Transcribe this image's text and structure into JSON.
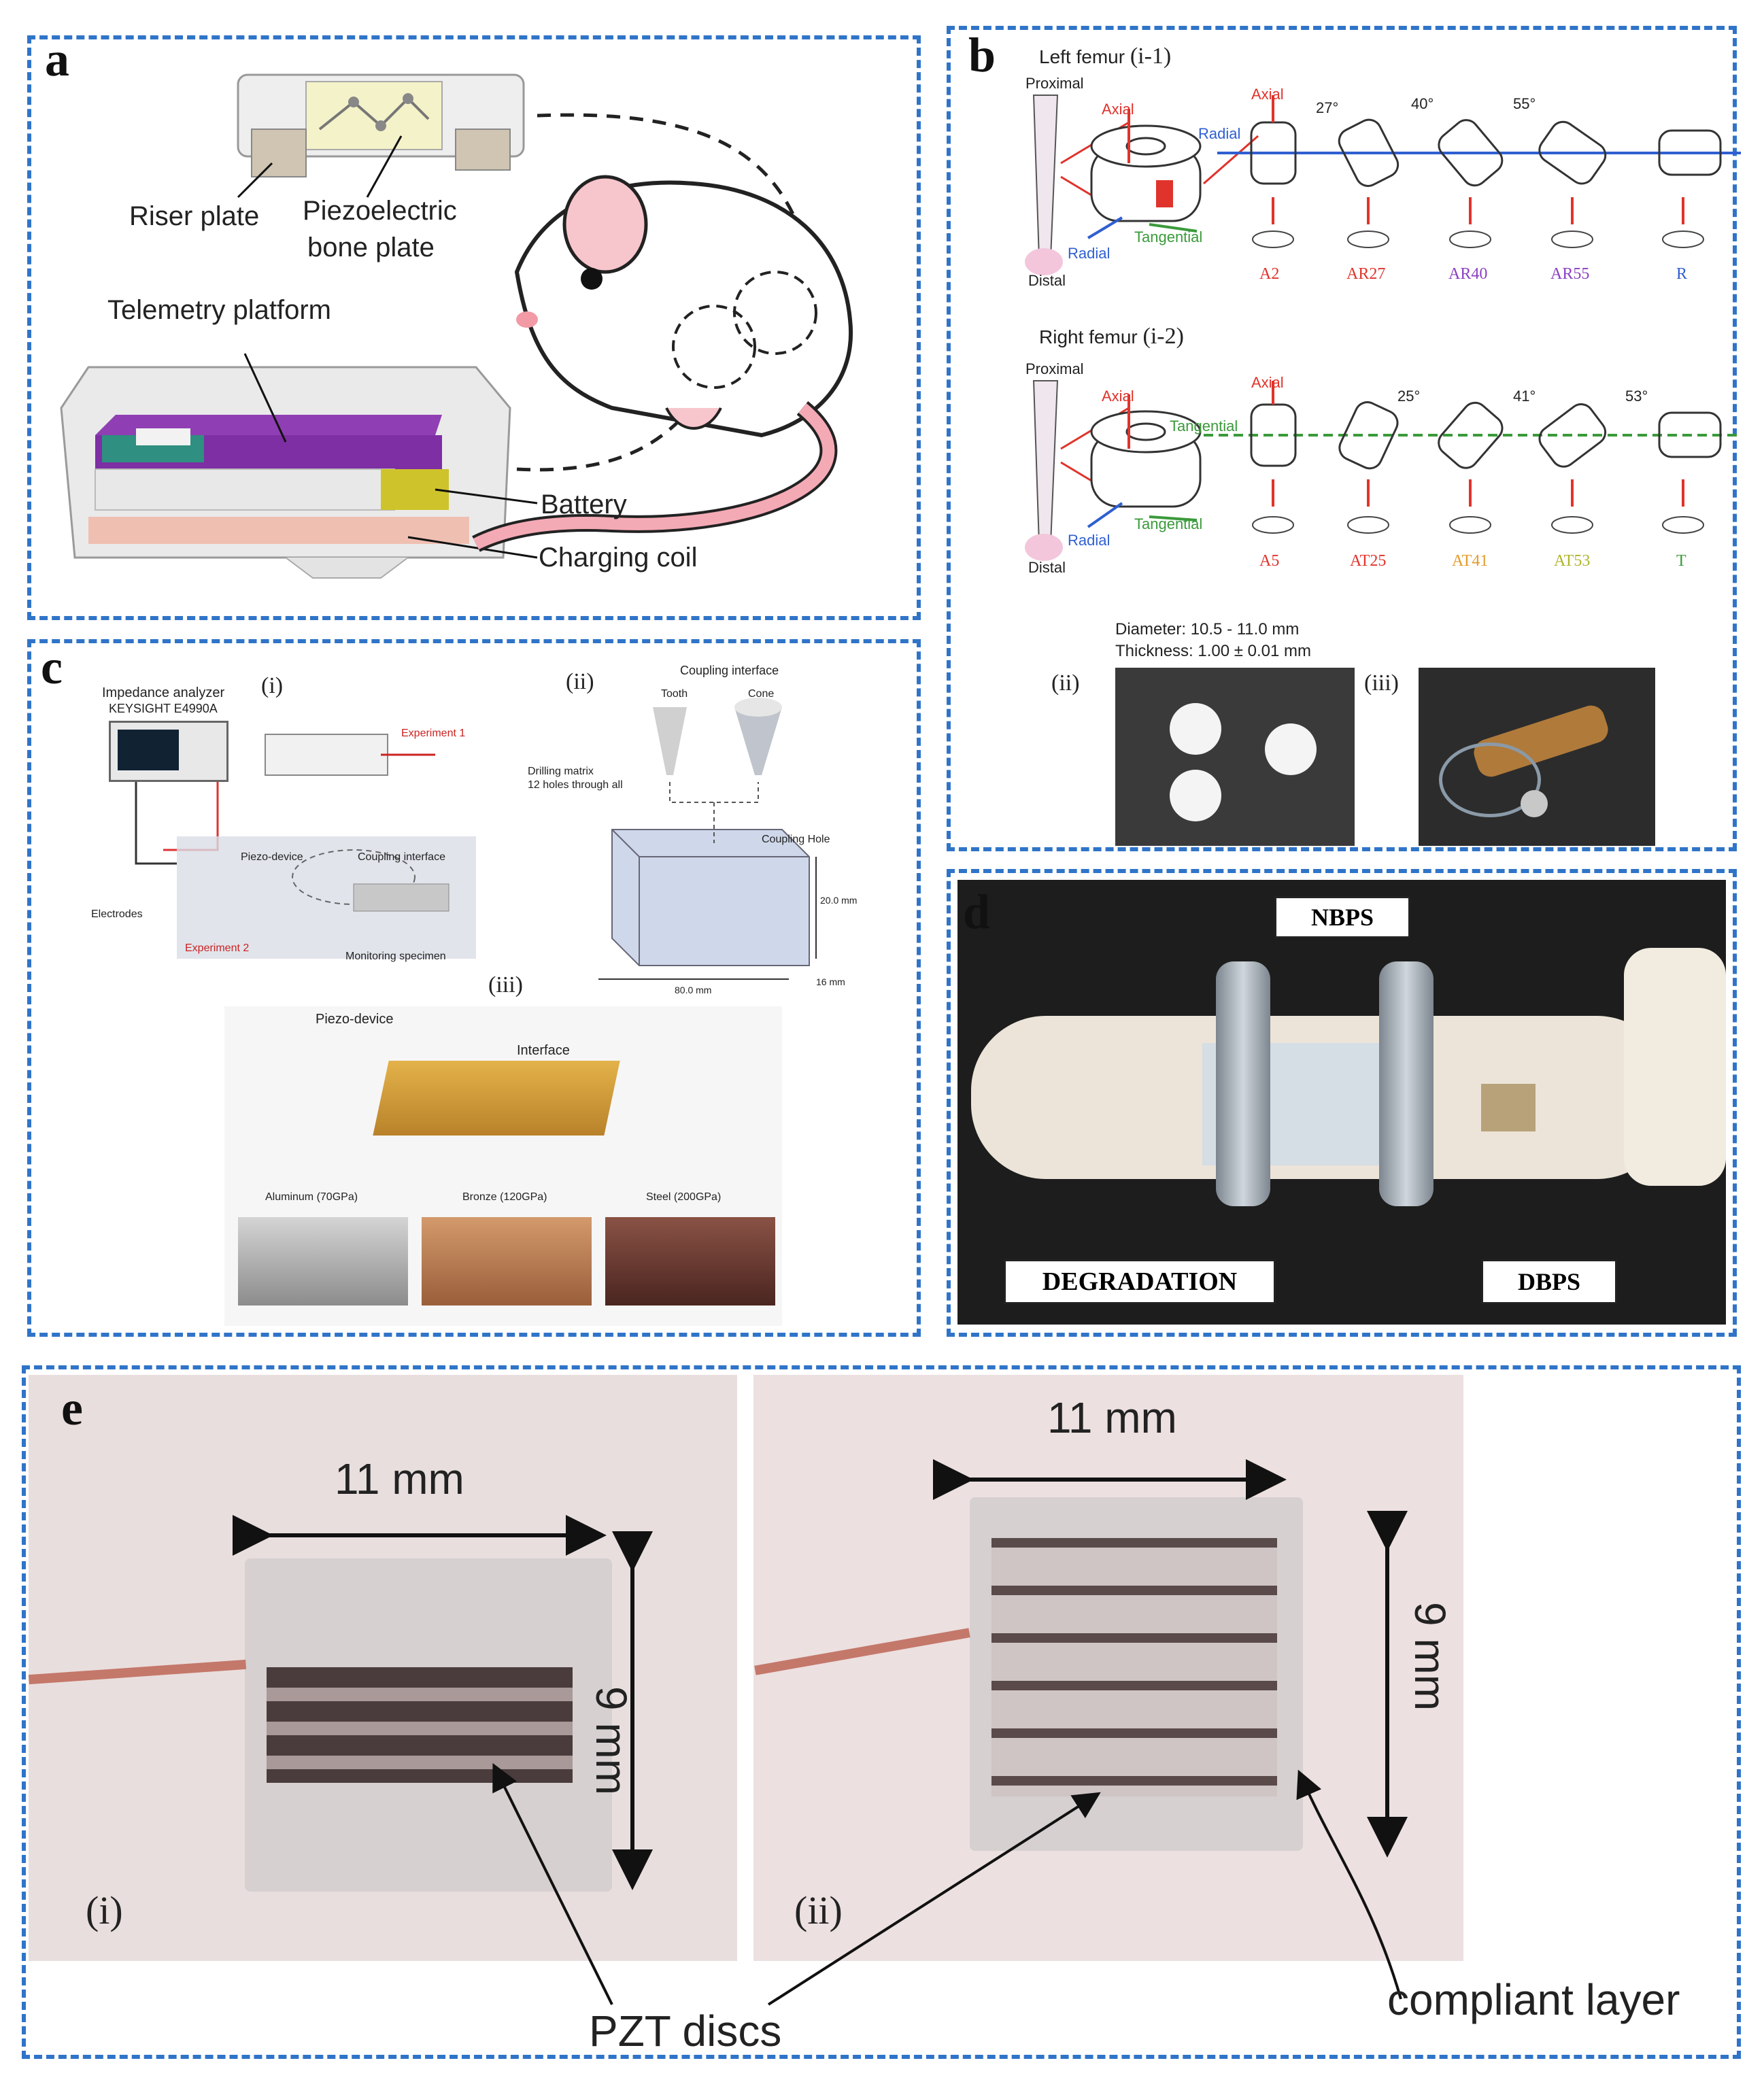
{
  "panels": {
    "a": {
      "label": "a",
      "riser_plate": "Riser plate",
      "piezo_bone_plate_l1": "Piezoelectric",
      "piezo_bone_plate_l2": "bone plate",
      "telemetry": "Telemetry platform",
      "battery": "Battery",
      "charging_coil": "Charging coil"
    },
    "b": {
      "label": "b",
      "left_femur": "Left femur",
      "i1": "(i-1)",
      "right_femur": "Right femur",
      "i2": "(i-2)",
      "proximal": "Proximal",
      "distal": "Distal",
      "axial": "Axial",
      "radial": "Radial",
      "tangential": "Tangential",
      "row1_angles": [
        "27°",
        "40°",
        "55°"
      ],
      "row1_codes": [
        "A2",
        "AR27",
        "AR40",
        "AR55",
        "R"
      ],
      "row2_angles": [
        "25°",
        "41°",
        "53°"
      ],
      "row2_codes": [
        "A5",
        "AT25",
        "AT41",
        "AT53",
        "T"
      ],
      "diameter": "Diameter: 10.5 - 11.0  mm",
      "thickness": "Thickness: 1.00 ± 0.01   mm",
      "ii": "(ii)",
      "iii": "(iii)"
    },
    "c": {
      "label": "c",
      "impedance_l1": "Impedance analyzer",
      "impedance_l2": "KEYSIGHT E4990A",
      "i": "(i)",
      "ii": "(ii)",
      "iii": "(iii)",
      "coupling_interface": "Coupling interface",
      "tooth": "Tooth",
      "cone": "Cone",
      "drilling_l1": "Drilling matrix",
      "drilling_l2": "12 holes through all",
      "coupling_hole": "Coupling Hole",
      "piezo_device": "Piezo-device",
      "coupling_interface_small": "Coupling interface",
      "electrodes": "Electrodes",
      "monitoring": "Monitoring specimen",
      "experiment1": "Experiment 1",
      "experiment2": "Experiment 2",
      "dim1": "20.0 mm",
      "dim2": "80.0 mm",
      "dim3": "16 mm",
      "piezo_device_iii": "Piezo-device",
      "interface": "Interface",
      "aluminum": "Aluminum (70GPa)",
      "bronze": "Bronze (120GPa)",
      "steel": "Steel (200GPa)"
    },
    "d": {
      "label": "d",
      "nbps": "NBPS",
      "degradation": "DEGRADATION",
      "dbps": "DBPS"
    },
    "e": {
      "label": "e",
      "i": "(i)",
      "ii": "(ii)",
      "width_i": "11 mm",
      "height_i": "9 mm",
      "width_ii": "11 mm",
      "height_ii": "9 mm",
      "pzt": "PZT discs",
      "compliant": "compliant layer"
    }
  },
  "colors": {
    "dash": "#2f74c8",
    "axial_red": "#e0332b",
    "radial_blue": "#2f5fd1",
    "tangential_green": "#3a9a3a",
    "purple": "#8b3fc2"
  }
}
